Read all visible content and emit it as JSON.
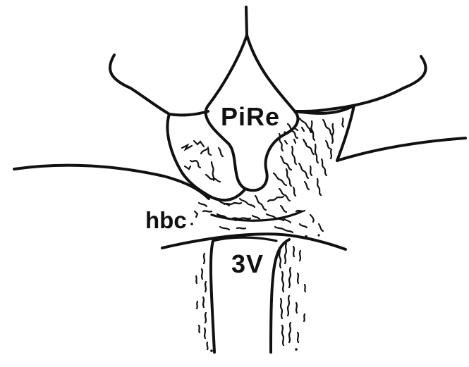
{
  "labels": {
    "pineal_recess": "PiRe",
    "habenular_commissure": "hbc",
    "third_ventricle": "3V"
  },
  "colors": {
    "ink": "#111111",
    "background": "#ffffff"
  }
}
